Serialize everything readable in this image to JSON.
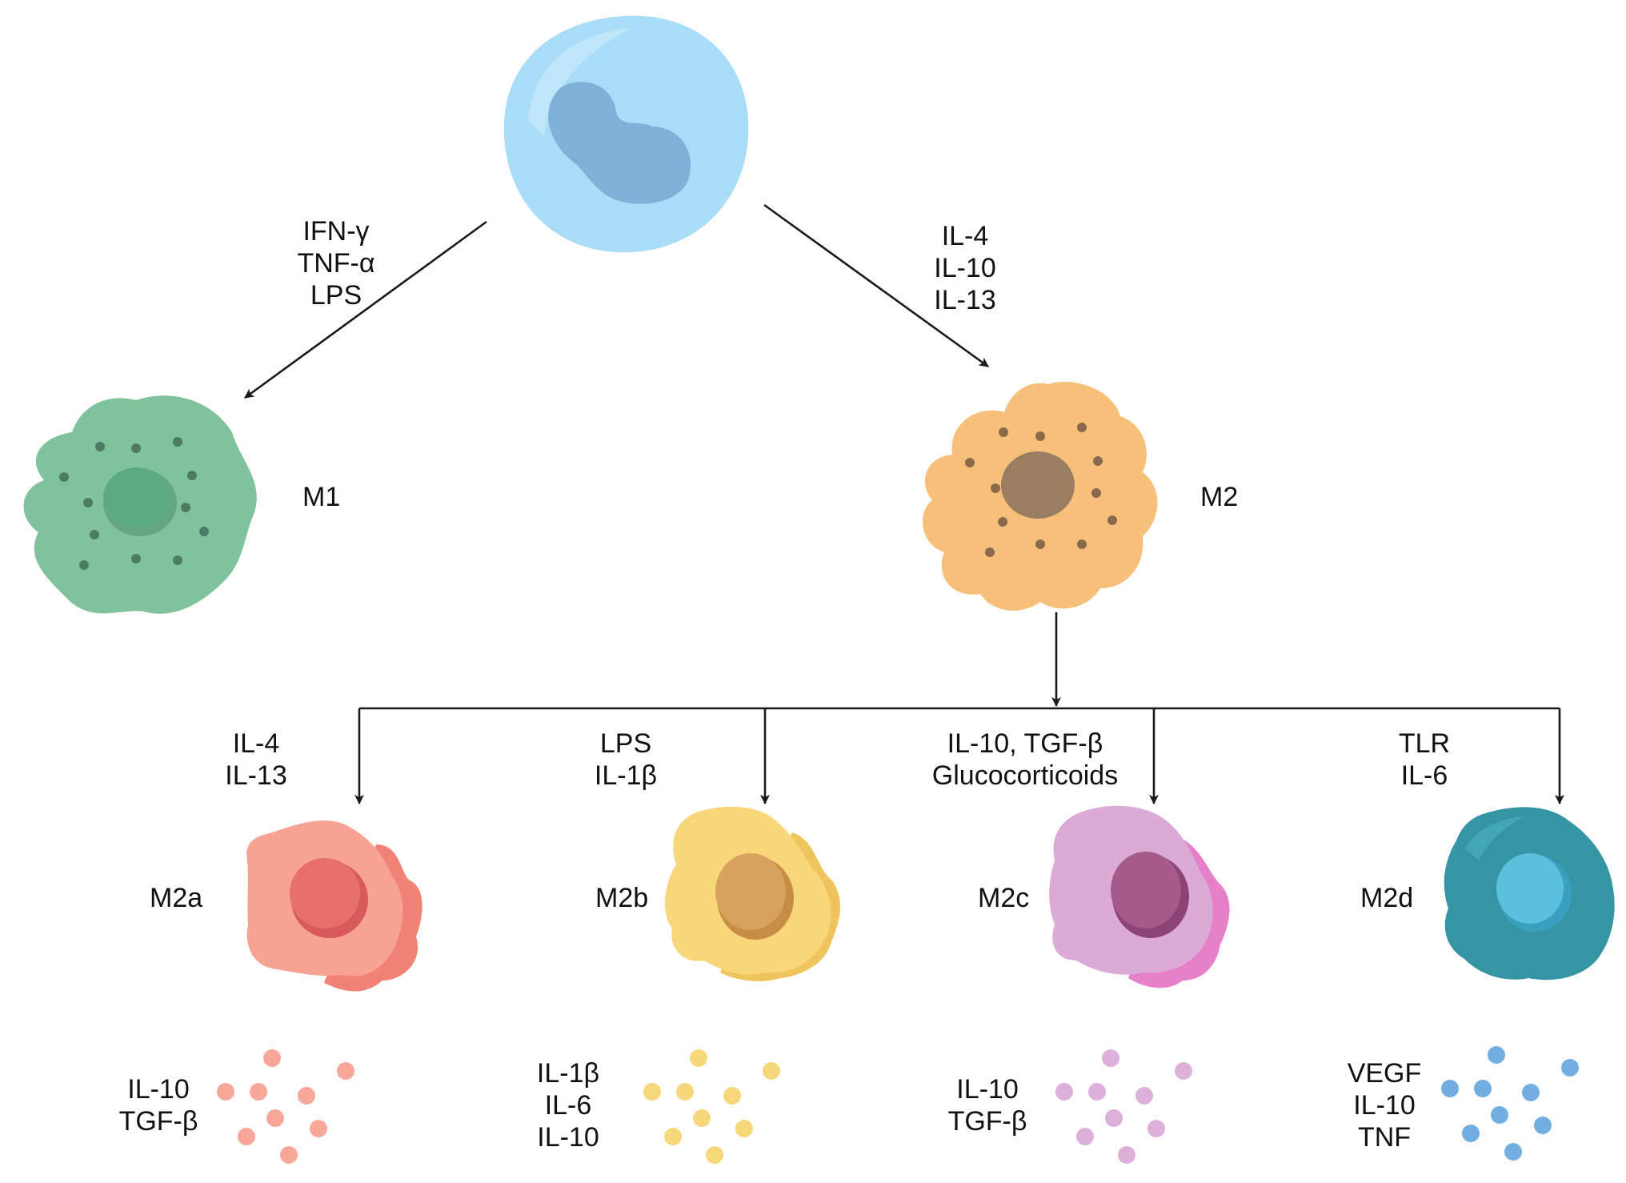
{
  "cells": {
    "m1": {
      "name": "M1",
      "body_color": "#7fc29b",
      "nucleus_color": "#5da983",
      "dot_color": "#4b7c63"
    },
    "m2": {
      "name": "M2",
      "body_color": "#f7c07a",
      "nucleus_color": "#9b7d62",
      "dot_color": "#8a6a4a"
    },
    "m2a": {
      "name": "M2a",
      "body_color": "#f8a293",
      "nucleus_color": "#e8706b"
    },
    "m2b": {
      "name": "M2b",
      "body_color": "#f8d679",
      "nucleus_color": "#d7a35c"
    },
    "m2c": {
      "name": "M2c",
      "body_color": "#dbaad6",
      "nucleus_color": "#a55b8a"
    },
    "m2d": {
      "name": "M2d",
      "body_color": "#3595a5",
      "nucleus_color": "#5bc0dc"
    },
    "monocyte": {
      "body_color": "#a9dcf6",
      "nucleus_color": "#7fb0d8"
    }
  },
  "stimuli": {
    "m1": [
      "IFN-γ",
      "TNF-α",
      "LPS"
    ],
    "m2": [
      "IL-4",
      "IL-10",
      "IL-13"
    ],
    "m2a": [
      "IL-4",
      "IL-13"
    ],
    "m2b": [
      "LPS",
      "IL-1β"
    ],
    "m2c": [
      "IL-10, TGF-β",
      "Glucocorticoids"
    ],
    "m2d": [
      "TLR",
      "IL-6"
    ]
  },
  "secretions": {
    "m2a": {
      "labels": [
        "IL-10",
        "TGF-β"
      ],
      "dot_color": "#f9a79b"
    },
    "m2b": {
      "labels": [
        "IL-1β",
        "IL-6",
        "IL-10"
      ],
      "dot_color": "#f6d87a"
    },
    "m2c": {
      "labels": [
        "IL-10",
        "TGF-β"
      ],
      "dot_color": "#dcb0d9"
    },
    "m2d": {
      "labels": [
        "VEGF",
        "IL-10",
        "TNF"
      ],
      "dot_color": "#73aee0"
    }
  }
}
